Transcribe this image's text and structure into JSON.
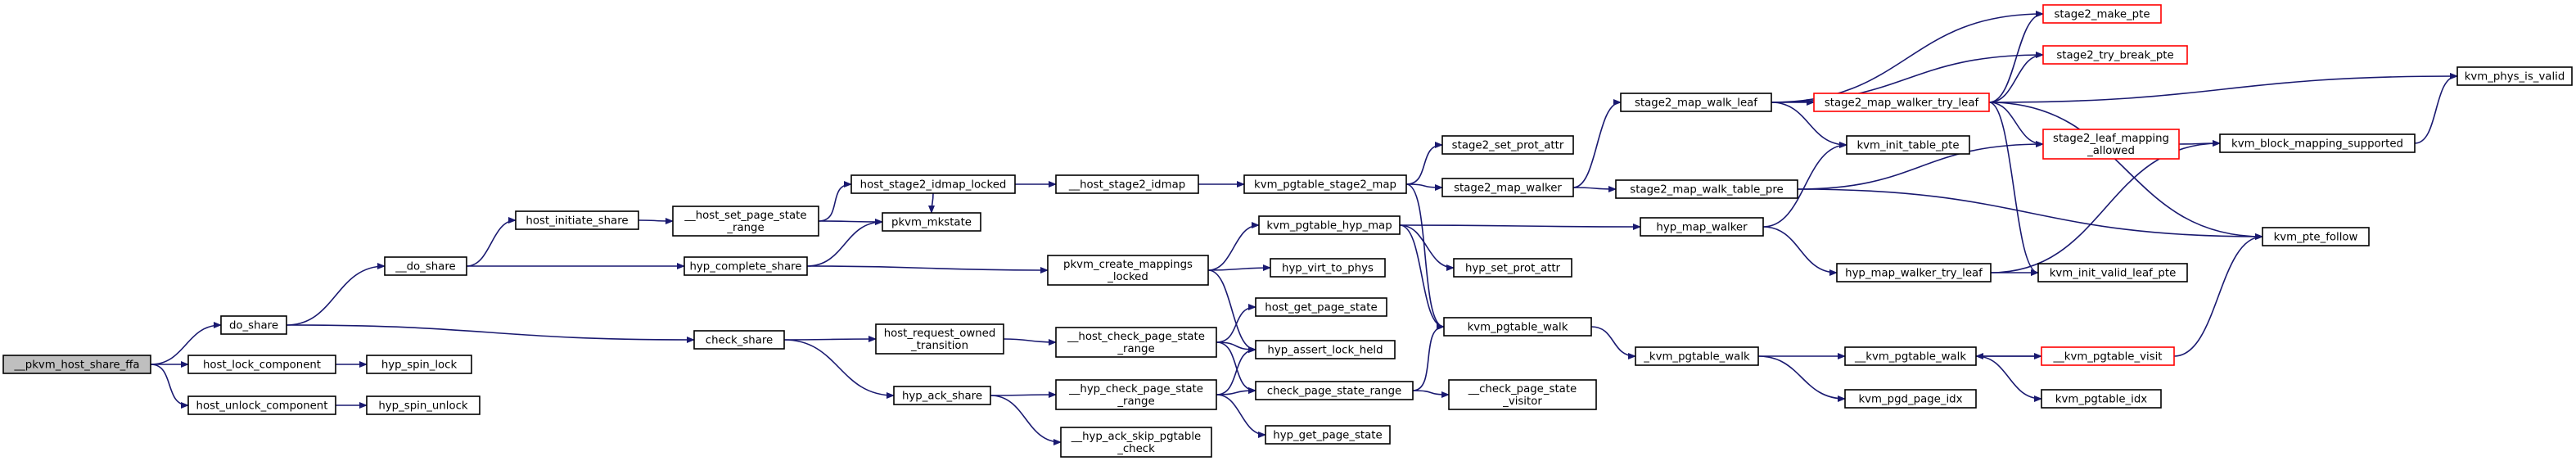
{
  "colors": {
    "edge": "#191970",
    "node_border": "#000000",
    "node_border_truncated": "#ff0000",
    "focus_fill": "#bfbfbf",
    "node_fill": "#ffffff"
  },
  "graph": {
    "nodes": [
      {
        "id": "n1",
        "lines": [
          "__pkvm_host_share_ffa"
        ],
        "focus": true
      },
      {
        "id": "n2",
        "lines": [
          "do_share"
        ]
      },
      {
        "id": "n3",
        "lines": [
          "host_lock_component"
        ]
      },
      {
        "id": "n4",
        "lines": [
          "host_unlock_component"
        ]
      },
      {
        "id": "n5",
        "lines": [
          "hyp_spin_lock"
        ]
      },
      {
        "id": "n6",
        "lines": [
          "hyp_spin_unlock"
        ]
      },
      {
        "id": "n7",
        "lines": [
          "__do_share"
        ]
      },
      {
        "id": "n8",
        "lines": [
          "check_share"
        ]
      },
      {
        "id": "n9",
        "lines": [
          "host_initiate_share"
        ]
      },
      {
        "id": "n10",
        "lines": [
          "hyp_complete_share"
        ]
      },
      {
        "id": "n11",
        "lines": [
          "__host_set_page_state",
          "_range"
        ]
      },
      {
        "id": "n12",
        "lines": [
          "host_stage2_idmap_locked"
        ]
      },
      {
        "id": "n13",
        "lines": [
          "pkvm_mkstate"
        ]
      },
      {
        "id": "n14",
        "lines": [
          "__host_stage2_idmap"
        ]
      },
      {
        "id": "n15",
        "lines": [
          "kvm_pgtable_stage2_map"
        ]
      },
      {
        "id": "n16",
        "lines": [
          "stage2_set_prot_attr"
        ]
      },
      {
        "id": "n17",
        "lines": [
          "stage2_map_walker"
        ]
      },
      {
        "id": "n18",
        "lines": [
          "stage2_map_walk_leaf"
        ]
      },
      {
        "id": "n19",
        "lines": [
          "stage2_map_walk_table_pre"
        ]
      },
      {
        "id": "n20",
        "lines": [
          "stage2_map_walker_try_leaf"
        ],
        "truncated": true
      },
      {
        "id": "n21",
        "lines": [
          "stage2_make_pte"
        ],
        "truncated": true
      },
      {
        "id": "n22",
        "lines": [
          "stage2_try_break_pte"
        ],
        "truncated": true
      },
      {
        "id": "n23",
        "lines": [
          "kvm_init_table_pte"
        ]
      },
      {
        "id": "n24",
        "lines": [
          "stage2_leaf_mapping",
          "_allowed"
        ],
        "truncated": true
      },
      {
        "id": "n25",
        "lines": [
          "kvm_block_mapping_supported"
        ]
      },
      {
        "id": "n26",
        "lines": [
          "kvm_phys_is_valid"
        ]
      },
      {
        "id": "n27",
        "lines": [
          "kvm_pte_follow"
        ]
      },
      {
        "id": "n28",
        "lines": [
          "pkvm_create_mappings",
          "_locked"
        ]
      },
      {
        "id": "n29",
        "lines": [
          "kvm_pgtable_hyp_map"
        ]
      },
      {
        "id": "n30",
        "lines": [
          "hyp_virt_to_phys"
        ]
      },
      {
        "id": "n31",
        "lines": [
          "hyp_set_prot_attr"
        ]
      },
      {
        "id": "n32",
        "lines": [
          "hyp_map_walker"
        ]
      },
      {
        "id": "n33",
        "lines": [
          "hyp_map_walker_try_leaf"
        ]
      },
      {
        "id": "n34",
        "lines": [
          "kvm_init_valid_leaf_pte"
        ]
      },
      {
        "id": "n35",
        "lines": [
          "host_request_owned",
          "_transition"
        ]
      },
      {
        "id": "n36",
        "lines": [
          "hyp_ack_share"
        ]
      },
      {
        "id": "n37",
        "lines": [
          "__host_check_page_state",
          "_range"
        ]
      },
      {
        "id": "n38",
        "lines": [
          "host_get_page_state"
        ]
      },
      {
        "id": "n39",
        "lines": [
          "hyp_assert_lock_held"
        ]
      },
      {
        "id": "n40",
        "lines": [
          "check_page_state_range"
        ]
      },
      {
        "id": "n41",
        "lines": [
          "__hyp_check_page_state",
          "_range"
        ]
      },
      {
        "id": "n42",
        "lines": [
          "hyp_get_page_state"
        ]
      },
      {
        "id": "n43",
        "lines": [
          "__hyp_ack_skip_pgtable",
          "_check"
        ]
      },
      {
        "id": "n44",
        "lines": [
          "kvm_pgtable_walk"
        ]
      },
      {
        "id": "n45",
        "lines": [
          "__check_page_state",
          "_visitor"
        ]
      },
      {
        "id": "n46",
        "lines": [
          "_kvm_pgtable_walk"
        ]
      },
      {
        "id": "n47",
        "lines": [
          "__kvm_pgtable_walk"
        ]
      },
      {
        "id": "n48",
        "lines": [
          "kvm_pgd_page_idx"
        ]
      },
      {
        "id": "n49",
        "lines": [
          "__kvm_pgtable_visit"
        ],
        "truncated": true
      },
      {
        "id": "n50",
        "lines": [
          "kvm_pgtable_idx"
        ]
      }
    ],
    "edges": [
      [
        "n1",
        "n2"
      ],
      [
        "n1",
        "n3"
      ],
      [
        "n1",
        "n4"
      ],
      [
        "n3",
        "n5"
      ],
      [
        "n4",
        "n6"
      ],
      [
        "n2",
        "n7"
      ],
      [
        "n2",
        "n8"
      ],
      [
        "n7",
        "n9"
      ],
      [
        "n7",
        "n10"
      ],
      [
        "n9",
        "n11"
      ],
      [
        "n11",
        "n12"
      ],
      [
        "n11",
        "n13"
      ],
      [
        "n12",
        "n13"
      ],
      [
        "n12",
        "n14"
      ],
      [
        "n14",
        "n15"
      ],
      [
        "n15",
        "n16"
      ],
      [
        "n15",
        "n17"
      ],
      [
        "n15",
        "n44"
      ],
      [
        "n17",
        "n18"
      ],
      [
        "n17",
        "n19"
      ],
      [
        "n18",
        "n20"
      ],
      [
        "n18",
        "n21"
      ],
      [
        "n18",
        "n22"
      ],
      [
        "n18",
        "n23"
      ],
      [
        "n20",
        "n21"
      ],
      [
        "n20",
        "n22"
      ],
      [
        "n20",
        "n24"
      ],
      [
        "n20",
        "n26"
      ],
      [
        "n20",
        "n27"
      ],
      [
        "n20",
        "n34"
      ],
      [
        "n19",
        "n24"
      ],
      [
        "n19",
        "n27"
      ],
      [
        "n24",
        "n25"
      ],
      [
        "n25",
        "n26"
      ],
      [
        "n10",
        "n13"
      ],
      [
        "n10",
        "n28"
      ],
      [
        "n28",
        "n29"
      ],
      [
        "n28",
        "n30"
      ],
      [
        "n28",
        "n39"
      ],
      [
        "n29",
        "n31"
      ],
      [
        "n29",
        "n32"
      ],
      [
        "n29",
        "n44"
      ],
      [
        "n32",
        "n23"
      ],
      [
        "n32",
        "n33"
      ],
      [
        "n33",
        "n34"
      ],
      [
        "n33",
        "n25"
      ],
      [
        "n8",
        "n35"
      ],
      [
        "n8",
        "n36"
      ],
      [
        "n35",
        "n37"
      ],
      [
        "n37",
        "n38"
      ],
      [
        "n37",
        "n39"
      ],
      [
        "n37",
        "n40"
      ],
      [
        "n36",
        "n41"
      ],
      [
        "n36",
        "n43"
      ],
      [
        "n41",
        "n39"
      ],
      [
        "n41",
        "n40"
      ],
      [
        "n41",
        "n42"
      ],
      [
        "n40",
        "n44"
      ],
      [
        "n40",
        "n45"
      ],
      [
        "n44",
        "n46"
      ],
      [
        "n46",
        "n47"
      ],
      [
        "n46",
        "n48"
      ],
      [
        "n47",
        "n49"
      ],
      [
        "n47",
        "n50"
      ],
      [
        "n49",
        "n47"
      ],
      [
        "n49",
        "n27"
      ]
    ]
  }
}
